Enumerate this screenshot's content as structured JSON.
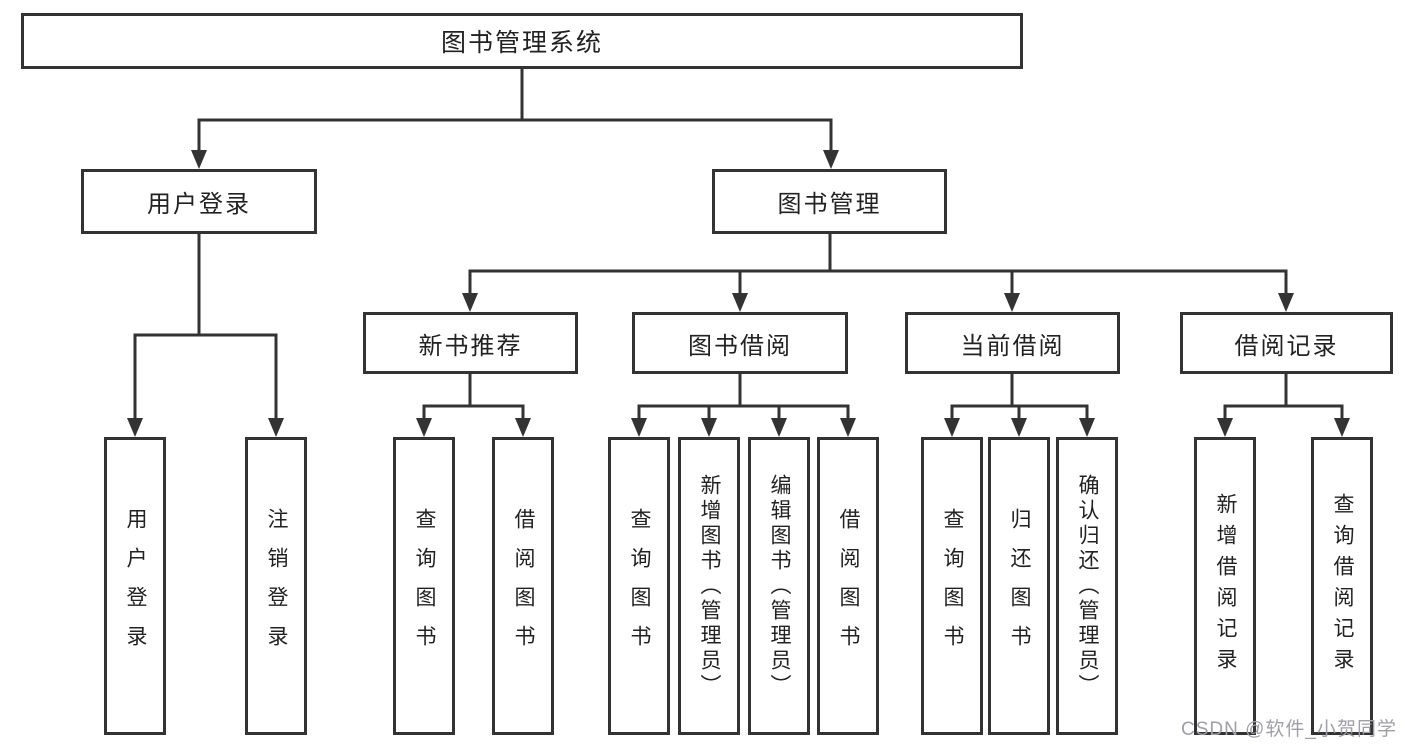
{
  "diagram": {
    "root_label": "图书管理系统",
    "level2": {
      "user_login": "用户登录",
      "book_management": "图书管理"
    },
    "level3": {
      "new_book_recommend": "新书推荐",
      "book_borrow": "图书借阅",
      "current_borrow": "当前借阅",
      "borrow_record": "借阅记录"
    },
    "leaves": {
      "user_login": [
        "用户登录",
        "注销登录"
      ],
      "new_book_recommend": [
        "查询图书",
        "借阅图书"
      ],
      "book_borrow": [
        "查询图书",
        "新增图书（管理员）",
        "编辑图书（管理员）",
        "借阅图书"
      ],
      "current_borrow": [
        "查询图书",
        "归还图书",
        "确认归还（管理员）"
      ],
      "borrow_record": [
        "新增借阅记录",
        "查询借阅记录"
      ]
    },
    "watermark": "CSDN @软件_小贺同学"
  },
  "colors": {
    "line": "#333333",
    "box_border": "#333333",
    "text": "#222222",
    "watermark": "#9f9fa6",
    "background": "#ffffff"
  }
}
